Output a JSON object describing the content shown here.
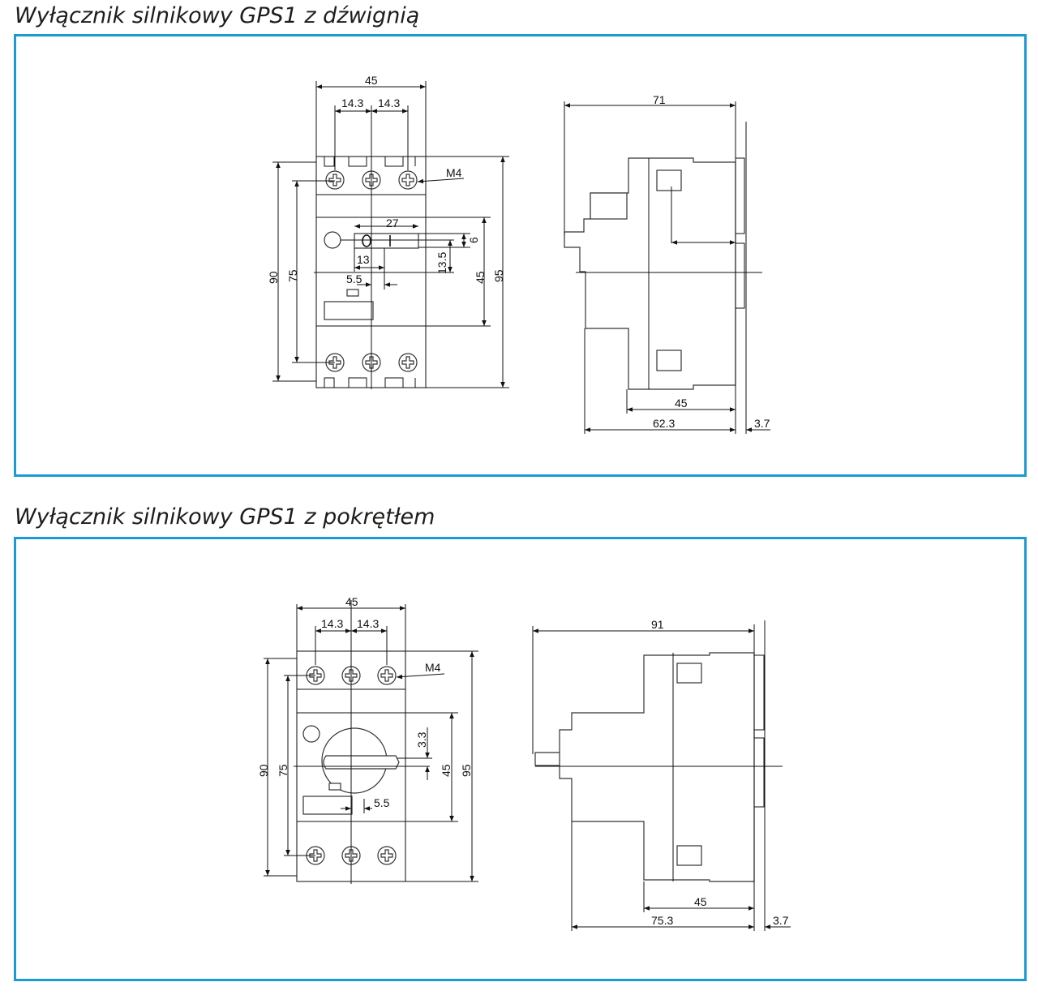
{
  "sections": [
    {
      "title": "Wyłącznik silnikowy GPS1 z dźwignią",
      "front_view": {
        "width": "45",
        "pitch_left": "14.3",
        "pitch_right": "14.3",
        "screw": "M4",
        "height_total": "90",
        "terminal_pitch": "75",
        "height_overall": "95",
        "middle_height": "45",
        "lever_width": "27",
        "lever_height": "6",
        "lever_offset_v": "13.5",
        "lever_offset_h": "13",
        "center_offset": "5.5"
      },
      "side_view": {
        "depth_total": "71",
        "rail_width": "45",
        "depth_body": "62.3",
        "rail_offset": "3.7"
      }
    },
    {
      "title": "Wyłącznik silnikowy GPS1 z pokrętłem",
      "front_view": {
        "width": "45",
        "pitch_left": "14.3",
        "pitch_right": "14.3",
        "screw": "M4",
        "height_total": "90",
        "terminal_pitch": "75",
        "height_overall": "95",
        "middle_height": "45",
        "knob_offset_v": "3.3",
        "center_offset": "5.5"
      },
      "side_view": {
        "depth_total": "91",
        "rail_width": "45",
        "depth_body": "75.3",
        "rail_offset": "3.7"
      }
    }
  ],
  "colors": {
    "frame": "#1c9ad6"
  }
}
